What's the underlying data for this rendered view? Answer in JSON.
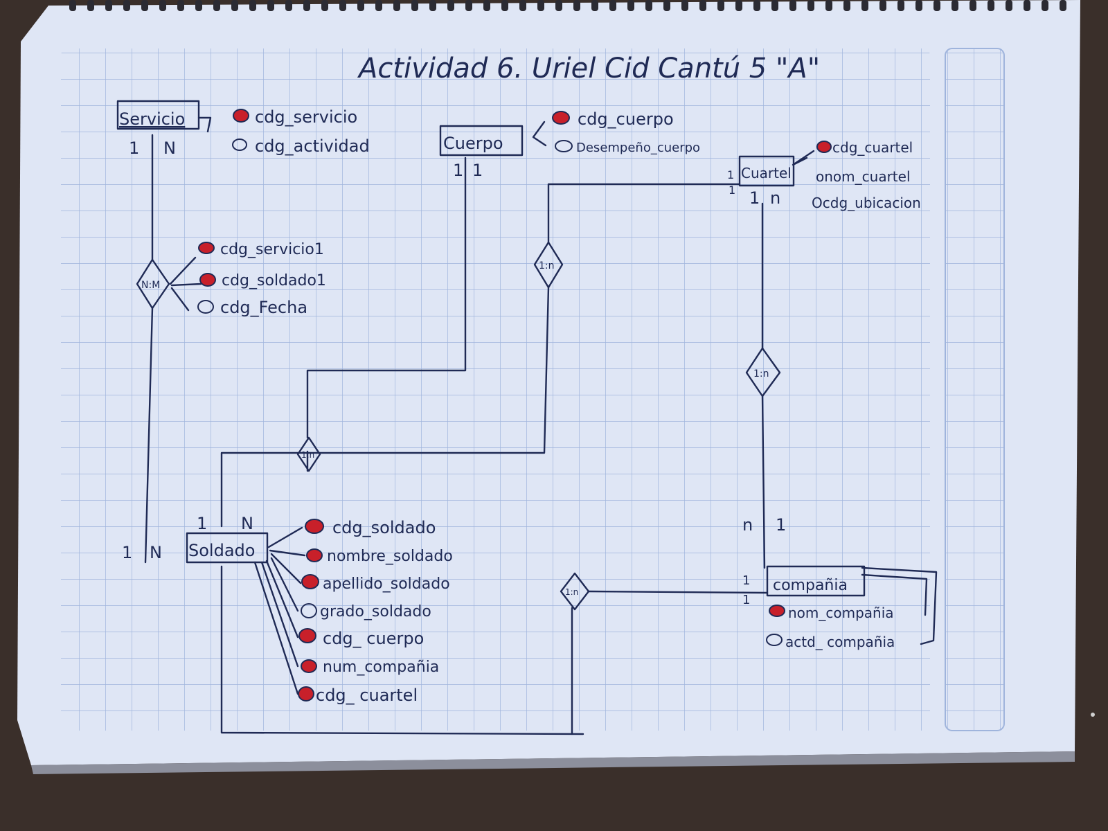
{
  "title": "Actividad 6. Uriel Cid Cantú 5 \"A\"",
  "colors": {
    "ink": "#1f2a55",
    "key_attr": "#c8202a",
    "paper": "#dfe6f5",
    "grid": "#9fb4dc",
    "table": "#3a2f2a"
  },
  "entities": {
    "servicio": "Servicio",
    "cuerpo": "Cuerpo",
    "cuartel": "Cuartel",
    "soldado": "Soldado",
    "compania": "compañia"
  },
  "attributes": {
    "servicio": [
      "cdg_servicio",
      "cdg_actividad"
    ],
    "cuerpo": [
      "cdg_cuerpo",
      "Desempeño_cuerpo"
    ],
    "cuartel": [
      "cdg_cuartel",
      "nom_cuartel",
      "cdg_ubicacion"
    ],
    "relation_servicio_soldado": [
      "cdg_servicio1",
      "cdg_soldado1",
      "cdg_Fecha"
    ],
    "soldado": [
      "cdg_soldado",
      "nombre_soldado",
      "apellido_soldado",
      "grado_soldado",
      "cdg_ cuerpo",
      "num_compañia",
      "cdg_ cuartel"
    ],
    "compania": [
      "nom_compañia",
      "actd_ compañia"
    ]
  },
  "relations": {
    "servicio_soldado": "N:M",
    "cuerpo_soldado": "1:n",
    "cuartel_soldado": "1:n",
    "cuartel_compania": "1:n",
    "compania_soldado": "1:n"
  },
  "cardinalities": {
    "servicio_1": "1",
    "servicio_n": "N",
    "cuerpo_1a": "1",
    "cuerpo_1b": "1",
    "cuartel_1a": "1",
    "cuartel_1b": "1",
    "cuartel_1c": "1",
    "cuartel_n": "n",
    "soldado_1a": "1",
    "soldado_na": "N",
    "soldado_1b": "1",
    "soldado_nb": "N",
    "compania_n": "n",
    "compania_1a": "1",
    "compania_1b": "1",
    "compania_1c": "1"
  }
}
